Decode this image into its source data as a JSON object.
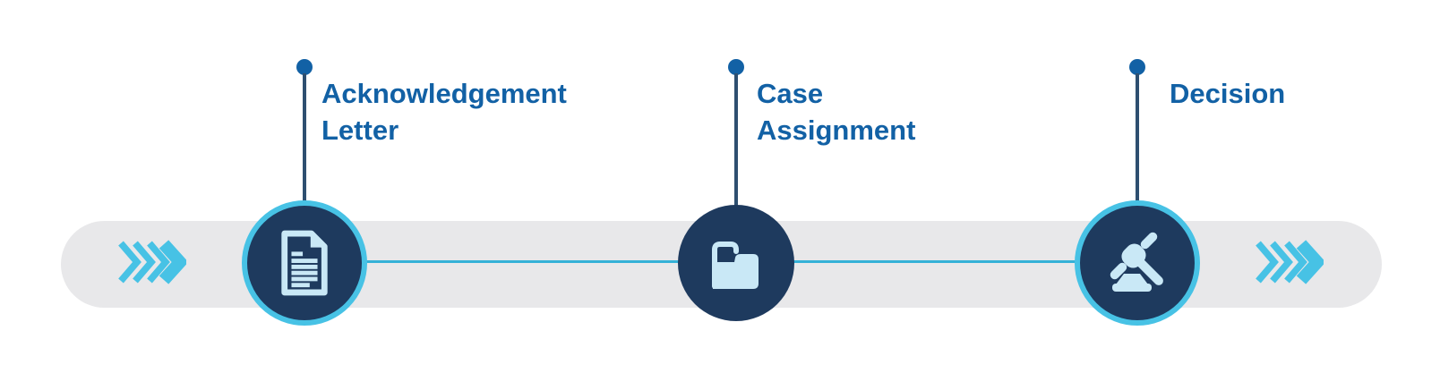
{
  "stages": [
    {
      "label": "Acknowledgement\nLetter",
      "icon": "document-icon"
    },
    {
      "label": "Case\nAssignment",
      "icon": "folder-icon"
    },
    {
      "label": "Decision",
      "icon": "gavel-icon"
    }
  ],
  "flow_arrows": {
    "left_icon": "chevrons-right-icon",
    "right_icon": "chevrons-right-icon"
  },
  "colors": {
    "navy": "#1e3a5e",
    "cyan": "#47c2e5",
    "icon_lightblue": "#c9e8f6",
    "label_blue": "#1261a5",
    "stem_slate": "#2e4f70",
    "track_gray": "#e8e8ea",
    "connector_cyan": "#35b1d7"
  }
}
